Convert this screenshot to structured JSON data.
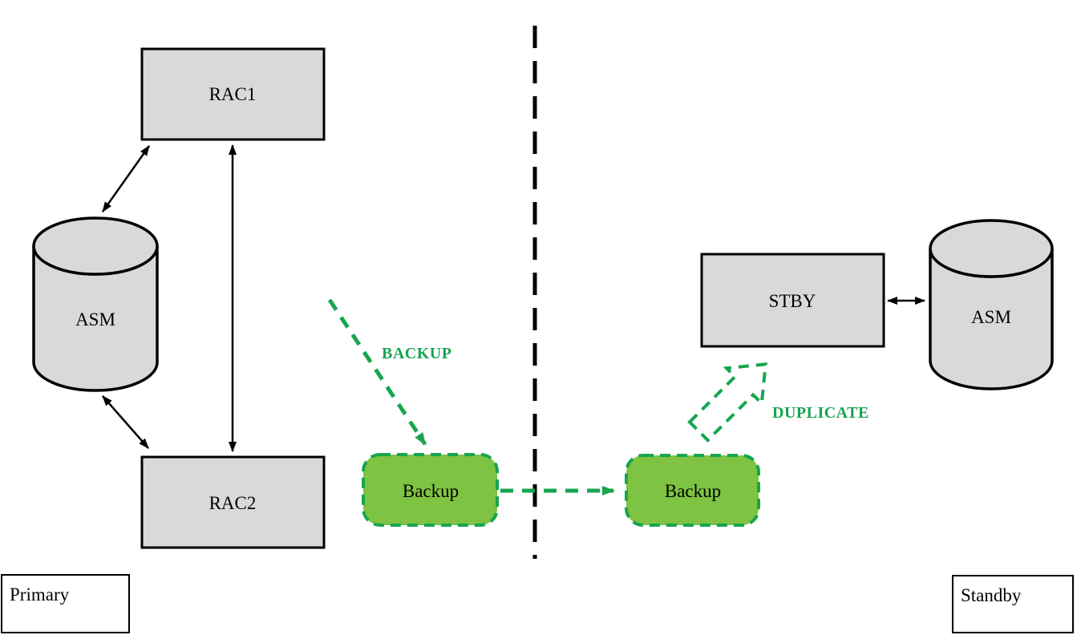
{
  "nodes": {
    "rac1": "RAC1",
    "rac2": "RAC2",
    "asm_primary": "ASM",
    "stby": "STBY",
    "asm_standby": "ASM",
    "backup_primary": "Backup",
    "backup_standby": "Backup"
  },
  "labels": {
    "backup_arrow": "BACKUP",
    "duplicate_arrow": "DUPLICATE",
    "primary_side": "Primary",
    "standby_side": "Standby"
  },
  "colors": {
    "node_fill": "#d9d9d9",
    "node_stroke": "#000000",
    "backup_node_fill": "#7ec342",
    "accent_green": "#17a550",
    "background": "#ffffff"
  }
}
